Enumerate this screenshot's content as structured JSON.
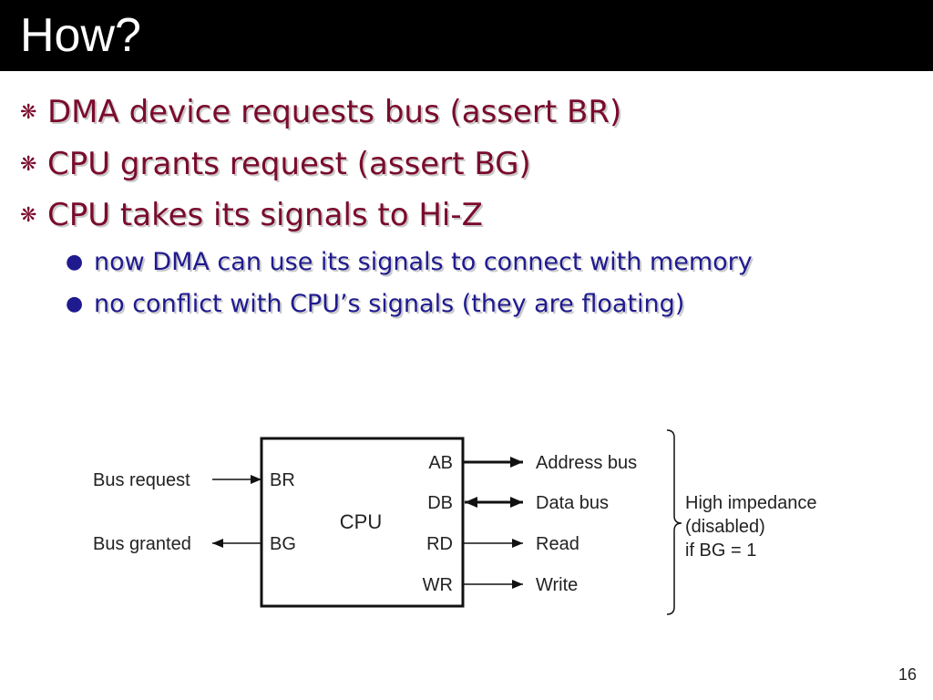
{
  "slide": {
    "title": "How?",
    "page_number": "16"
  },
  "bullets": [
    {
      "text": "DMA device requests bus (assert BR)",
      "level": 1,
      "marker": "❋"
    },
    {
      "text": "CPU grants request (assert BG)",
      "level": 1,
      "marker": "❋"
    },
    {
      "text": "CPU takes its signals to Hi-Z",
      "level": 1,
      "marker": "❋"
    },
    {
      "text": "now DMA can use its signals to connect with memory",
      "level": 2,
      "marker": "●"
    },
    {
      "text": "no conflict with CPU’s signals (they are floating)",
      "level": 2,
      "marker": "●"
    }
  ],
  "diagram": {
    "cpu_label": "CPU",
    "inputs": {
      "BR": "BR",
      "BG": "BG"
    },
    "outputs": {
      "AB": "AB",
      "DB": "DB",
      "RD": "RD",
      "WR": "WR"
    },
    "external": {
      "bus_request": "Bus request",
      "bus_granted": "Bus granted",
      "address_bus": "Address bus",
      "data_bus": "Data bus",
      "read": "Read",
      "write": "Write"
    },
    "note": {
      "line1": "High impedance",
      "line2": "(disabled)",
      "line3": "if BG = 1"
    }
  },
  "colors": {
    "level1_text": "#7a0b2c",
    "level2_text": "#1f1a8e",
    "title_bar": "#000000"
  }
}
